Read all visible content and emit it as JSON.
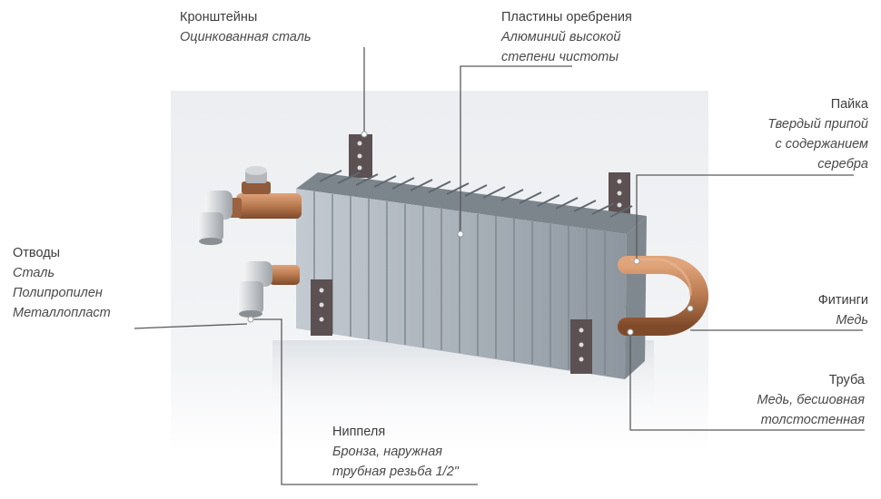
{
  "labels": {
    "brackets": {
      "title": "Кронштейны",
      "lines": [
        "Оцинкованная сталь"
      ]
    },
    "fins": {
      "title": "Пластины оребрения",
      "lines": [
        "Алюминий высокой",
        "степени чистоты"
      ]
    },
    "soldering": {
      "title": "Пайка",
      "lines": [
        "Твердый припой",
        "с содержанием",
        "серебра"
      ]
    },
    "bends": {
      "title": "Отводы",
      "lines": [
        "Сталь",
        "Полипропилен",
        "Металлопласт"
      ]
    },
    "fittings": {
      "title": "Фитинги",
      "lines": [
        "Медь"
      ]
    },
    "pipe": {
      "title": "Труба",
      "lines": [
        "Медь, бесшовная",
        "толстостенная"
      ]
    },
    "nipples": {
      "title": "Ниппеля",
      "lines": [
        "Бронза, наружная",
        "трубная резьба 1/2\""
      ]
    }
  },
  "colors": {
    "leader": "#5a5a5a",
    "fin": "#9aa2aa",
    "copper": "#b8794f",
    "bracket": "#5b5052",
    "background_panel": "#e6e8ec"
  }
}
